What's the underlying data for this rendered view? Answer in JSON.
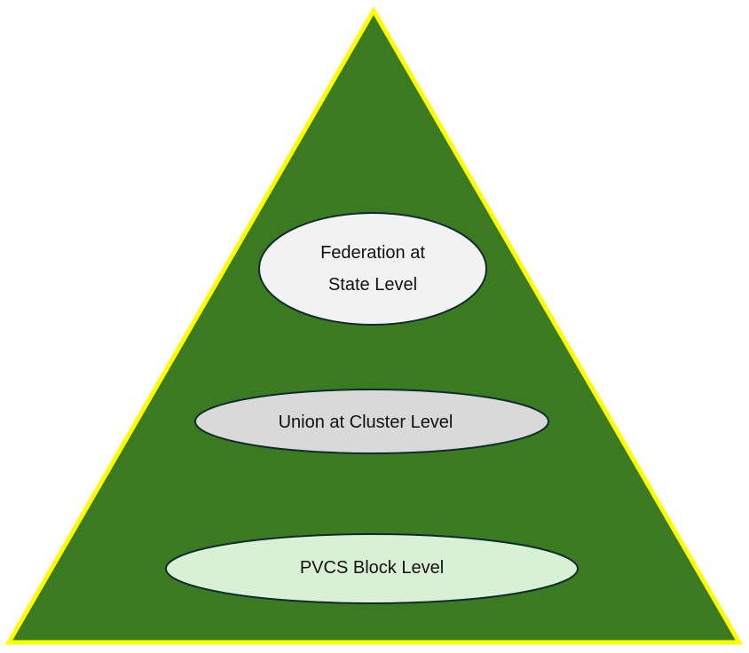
{
  "diagram": {
    "type": "pyramid",
    "colors": {
      "triangle_fill": "#3a7b22",
      "triangle_border": "#ffff00",
      "ellipse_border": "#0f2b2e"
    },
    "levels": [
      {
        "lines": [
          "Federation at",
          "State Level"
        ],
        "fill": "#f2f2f2"
      },
      {
        "lines": [
          "Union at Cluster Level"
        ],
        "fill": "#d9d9d9"
      },
      {
        "lines": [
          "PVCS Block Level"
        ],
        "fill": "#daf0d4"
      }
    ]
  }
}
